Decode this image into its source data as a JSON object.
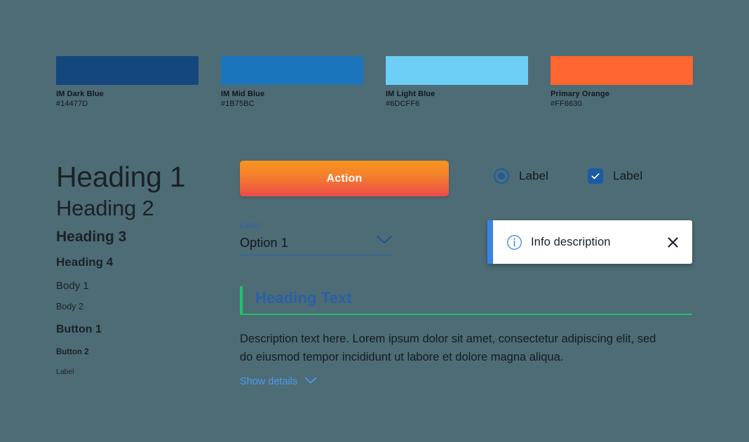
{
  "background_color": "#4E6C75",
  "palette": {
    "swatches": [
      {
        "name": "IM Dark Blue",
        "hex": "#14477D"
      },
      {
        "name": "IM Mid Blue",
        "hex": "#1B75BC"
      },
      {
        "name": "IM Light Blue",
        "hex": "#6DCFF6"
      },
      {
        "name": "Primary Orange",
        "hex": "#FF6630"
      }
    ]
  },
  "typography": {
    "samples": [
      {
        "label": "Heading 1"
      },
      {
        "label": "Heading 2"
      },
      {
        "label": "Heading 3"
      },
      {
        "label": "Heading 4"
      },
      {
        "label": "Body 1"
      },
      {
        "label": "Body 2"
      },
      {
        "label": "Button 1"
      },
      {
        "label": "Button 2"
      },
      {
        "label": "Label"
      }
    ]
  },
  "components": {
    "action_button": {
      "label": "Action",
      "gradient_from": "#F7941E",
      "gradient_to": "#EC4A4A"
    },
    "radio": {
      "label": "Label",
      "checked": true,
      "color": "#1C5BA3"
    },
    "checkbox": {
      "label": "Label",
      "checked": true,
      "color": "#1C5BA3"
    },
    "select": {
      "label": "Label",
      "value": "Option 1",
      "icon": "chevron-down-icon",
      "accent": "#2F62A8"
    },
    "info_card": {
      "icon": "info-circle-icon",
      "message": "Info description",
      "close_icon": "close-icon",
      "accent": "#3B82E8"
    },
    "content_panel": {
      "heading": "Heading Text",
      "heading_color": "#2B60A6",
      "accent": "#22C06A",
      "body": "Description text here. Lorem ipsum dolor sit amet, consectetur adipiscing elit, sed do eiusmod tempor incididunt ut labore et dolore magna aliqua.",
      "link_label": "Show details",
      "link_icon": "chevron-down-icon",
      "link_color": "#4A9BF0"
    }
  }
}
